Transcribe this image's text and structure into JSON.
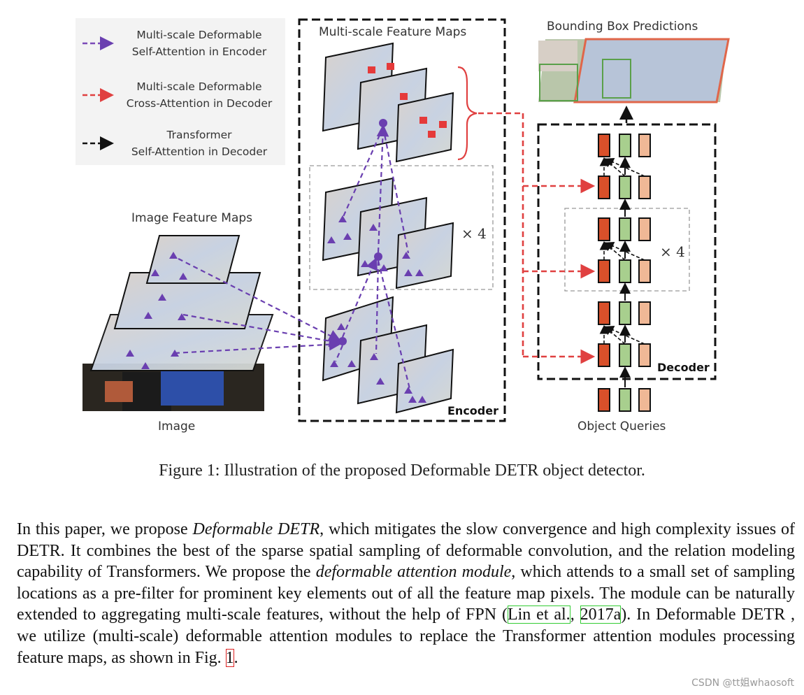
{
  "legend": {
    "items": [
      {
        "line1": "Multi-scale Deformable",
        "line2": "Self-Attention in Encoder",
        "color": "#7b4ab8"
      },
      {
        "line1": "Multi-scale Deformable",
        "line2": "Cross-Attention in Decoder",
        "color": "#e04040"
      },
      {
        "line1": "Transformer",
        "line2": "Self-Attention in Decoder",
        "color": "#111111"
      }
    ]
  },
  "labels": {
    "multi_scale_feature_maps": "Multi-scale Feature Maps",
    "bounding_box_predictions": "Bounding Box Predictions",
    "image_feature_maps": "Image Feature Maps",
    "image": "Image",
    "encoder": "Encoder",
    "decoder": "Decoder",
    "object_queries": "Object Queries",
    "encoder_repeat": "× 4",
    "decoder_repeat": "× 4"
  },
  "colors": {
    "purple": "#6a3fb0",
    "red": "#e04040",
    "query_red": "#d9502a",
    "query_green": "#a8cf8e",
    "query_peach": "#f0b896"
  },
  "caption": "Figure 1: Illustration of the proposed Deformable DETR object detector.",
  "paragraph": {
    "t1": "In this paper, we propose ",
    "em1": "Deformable DETR",
    "t2": ", which mitigates the slow convergence and high complexity issues of DETR. It combines the best of the sparse spatial sampling of deformable convolution, and the relation modeling capability of Transformers. We propose the ",
    "em2": "deformable attention module",
    "t3": ", which attends to a small set of sampling locations as a pre-filter for prominent key elements out of all the feature map pixels. The module can be naturally extended to aggregating multi-scale features, without the help of FPN (",
    "cite1": "Lin et al.",
    "t4": ", ",
    "cite2": "2017a",
    "t5": "). In Deformable DETR , we utilize (multi-scale) deformable attention modules to replace the Transformer attention modules processing feature maps, as shown in Fig. ",
    "ref": "1",
    "t6": "."
  },
  "watermark": "CSDN @tt姐whaosoft"
}
